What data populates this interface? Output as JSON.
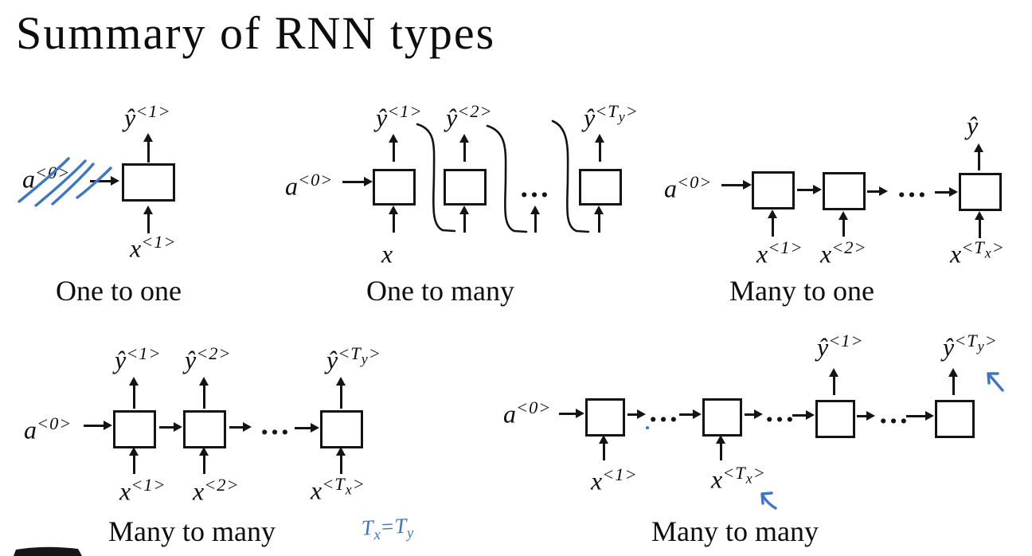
{
  "colors": {
    "background": "#ffffff",
    "ink": "#141414",
    "annotation_blue": "#3f76c4"
  },
  "title": "Summary of RNN types",
  "ellipsis": "…",
  "labels": {
    "a0": {
      "base": "a",
      "sup": "<0>",
      "sub": "",
      "tail": ""
    },
    "x": {
      "base": "x",
      "sup": "",
      "sub": "",
      "tail": ""
    },
    "x1": {
      "base": "x",
      "sup": "<1>",
      "sub": "",
      "tail": ""
    },
    "x2": {
      "base": "x",
      "sup": "<2>",
      "sub": "",
      "tail": ""
    },
    "xTx": {
      "base": "x",
      "sup": "<T",
      "sub": "x",
      "tail": ">"
    },
    "yhat": {
      "base": "ŷ",
      "sup": "",
      "sub": "",
      "tail": ""
    },
    "y1": {
      "base": "ŷ",
      "sup": "<1>",
      "sub": "",
      "tail": ""
    },
    "y2": {
      "base": "ŷ",
      "sup": "<2>",
      "sub": "",
      "tail": ""
    },
    "yTy": {
      "base": "ŷ",
      "sup": "<T",
      "sub": "y",
      "tail": ">"
    }
  },
  "diagrams": {
    "one_to_one": {
      "caption": "One to one"
    },
    "one_to_many": {
      "caption": "One to many"
    },
    "many_to_one": {
      "caption": "Many to one"
    },
    "many_to_many_equal": {
      "caption": "Many to many"
    },
    "many_to_many_unequal": {
      "caption": "Many to many"
    }
  },
  "annotations": {
    "tx_ty": {
      "left_base": "T",
      "left_sub": "x",
      "equals": "=",
      "right_base": "T",
      "right_sub": "y"
    }
  }
}
